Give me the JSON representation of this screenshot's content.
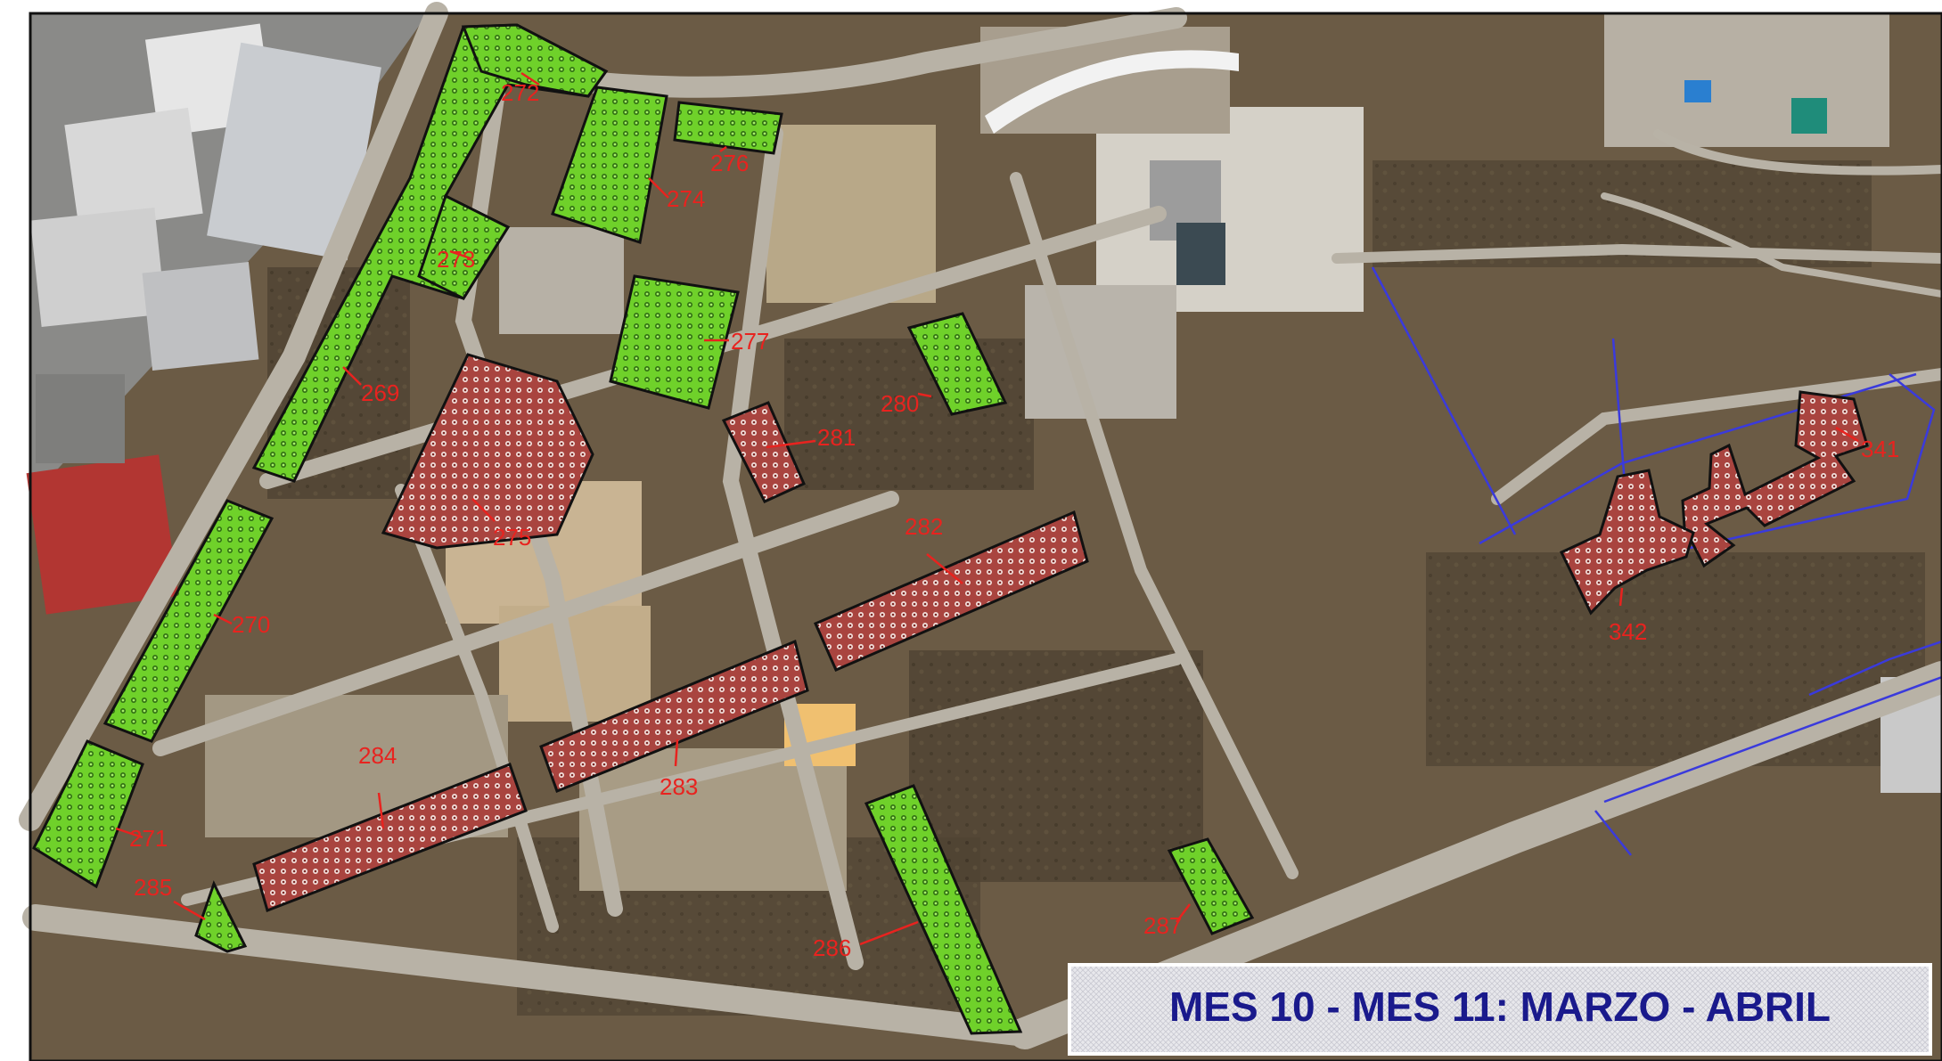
{
  "map": {
    "caption": "MES 10 - MES 11: MARZO - ABRIL",
    "colors": {
      "ground": "#6b5b45",
      "road": "#b8b2a6",
      "green_plot": "#6fd12a",
      "red_plot": "#b5544e",
      "label": "#e8231f",
      "caption_text": "#1a1a8c",
      "network": "#3a3adc"
    },
    "legend_plot_types": [
      "green-hatched plot",
      "red-hatched plot"
    ],
    "plots": [
      {
        "id": "269",
        "label": "269",
        "style": "green"
      },
      {
        "id": "270",
        "label": "270",
        "style": "green"
      },
      {
        "id": "271",
        "label": "271",
        "style": "green"
      },
      {
        "id": "272",
        "label": "272",
        "style": "green"
      },
      {
        "id": "273",
        "label": "273",
        "style": "green"
      },
      {
        "id": "274",
        "label": "274",
        "style": "green"
      },
      {
        "id": "275",
        "label": "275",
        "style": "red"
      },
      {
        "id": "276",
        "label": "276",
        "style": "green"
      },
      {
        "id": "277",
        "label": "277",
        "style": "green"
      },
      {
        "id": "280",
        "label": "280",
        "style": "green"
      },
      {
        "id": "281",
        "label": "281",
        "style": "red"
      },
      {
        "id": "282",
        "label": "282",
        "style": "red"
      },
      {
        "id": "283",
        "label": "283",
        "style": "red"
      },
      {
        "id": "284",
        "label": "284",
        "style": "red"
      },
      {
        "id": "285",
        "label": "285",
        "style": "green"
      },
      {
        "id": "286",
        "label": "286",
        "style": "green"
      },
      {
        "id": "287",
        "label": "287",
        "style": "green"
      },
      {
        "id": "341",
        "label": "341",
        "style": "red"
      },
      {
        "id": "342",
        "label": "342",
        "style": "red"
      }
    ]
  }
}
